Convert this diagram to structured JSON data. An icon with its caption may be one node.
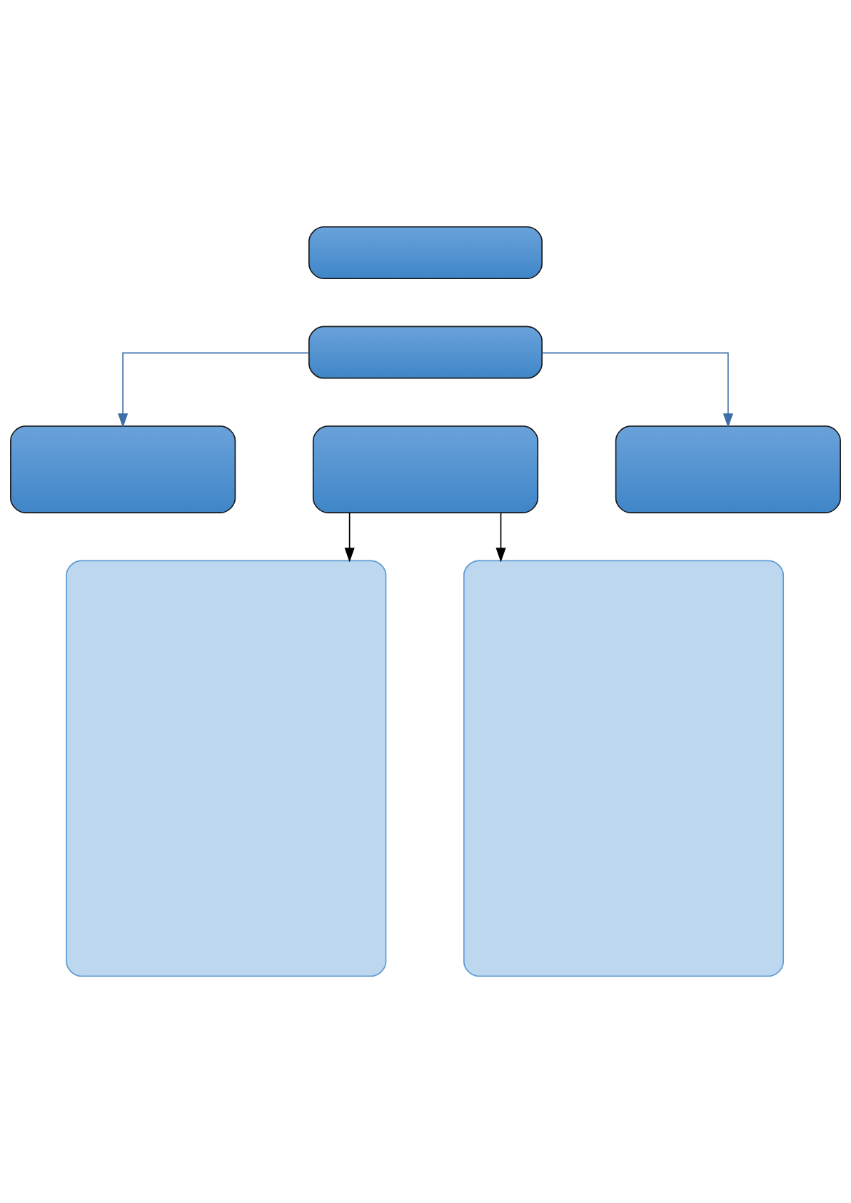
{
  "diagram": {
    "nodes": [
      {
        "text": [],
        "shape": "box"
      },
      {
        "text": [],
        "shape": "box"
      },
      {
        "text": [],
        "shape": "box"
      },
      {
        "text": [],
        "shape": "box"
      },
      {
        "text": [],
        "shape": "box"
      },
      {
        "text": [],
        "shape": "box"
      },
      {
        "text": [],
        "shape": "box"
      }
    ],
    "edges": [
      {
        "from": 1,
        "to": 2,
        "arrow": "to",
        "color": "#3d6fa6"
      },
      {
        "from": 1,
        "to": 4,
        "arrow": "to",
        "color": "#3d6fa6"
      },
      {
        "from": 3,
        "to": 5,
        "arrow": "to",
        "color": "#000000"
      },
      {
        "from": 3,
        "to": 6,
        "arrow": "to",
        "color": "#000000"
      }
    ]
  }
}
